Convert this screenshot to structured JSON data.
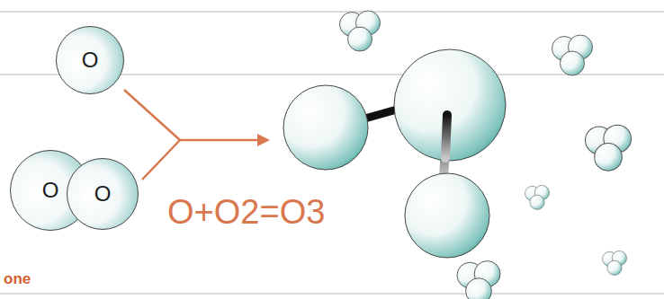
{
  "diagram": {
    "nodes": [
      {
        "text": [
          "O"
        ]
      },
      {
        "text": [
          "O"
        ]
      },
      {
        "text": [
          "O"
        ]
      }
    ],
    "labels": [
      "O+O2=O3",
      "one"
    ]
  }
}
